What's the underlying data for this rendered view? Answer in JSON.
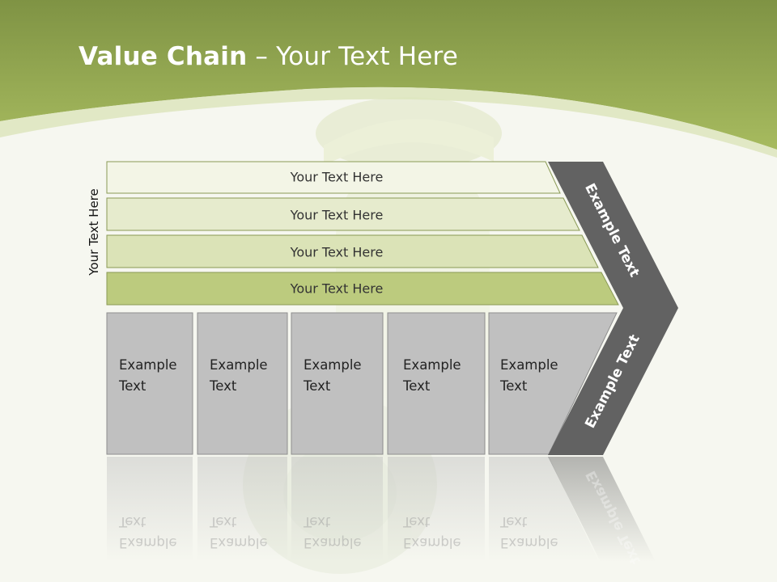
{
  "title": {
    "bold": "Value Chain",
    "rest": " – Your Text Here"
  },
  "side_label": "Your Text Here",
  "bands": [
    {
      "label": "Your Text Here"
    },
    {
      "label": "Your Text Here"
    },
    {
      "label": "Your Text Here"
    },
    {
      "label": "Your Text Here"
    }
  ],
  "boxes": [
    {
      "line1": "Example",
      "line2": "Text"
    },
    {
      "line1": "Example",
      "line2": "Text"
    },
    {
      "line1": "Example",
      "line2": "Text"
    },
    {
      "line1": "Example",
      "line2": "Text"
    },
    {
      "line1": "Example",
      "line2": "Text"
    }
  ],
  "chevron": {
    "upper_label": "Example Text",
    "lower_label": "Example Text"
  },
  "colors": {
    "header_green": "#9aaf52",
    "band_light": "#f3f5e6",
    "band_mid": "#dfe6bf",
    "band_dark": "#b9c97c",
    "box_gray": "#c0c0c0",
    "chevron_dark": "#626262"
  }
}
